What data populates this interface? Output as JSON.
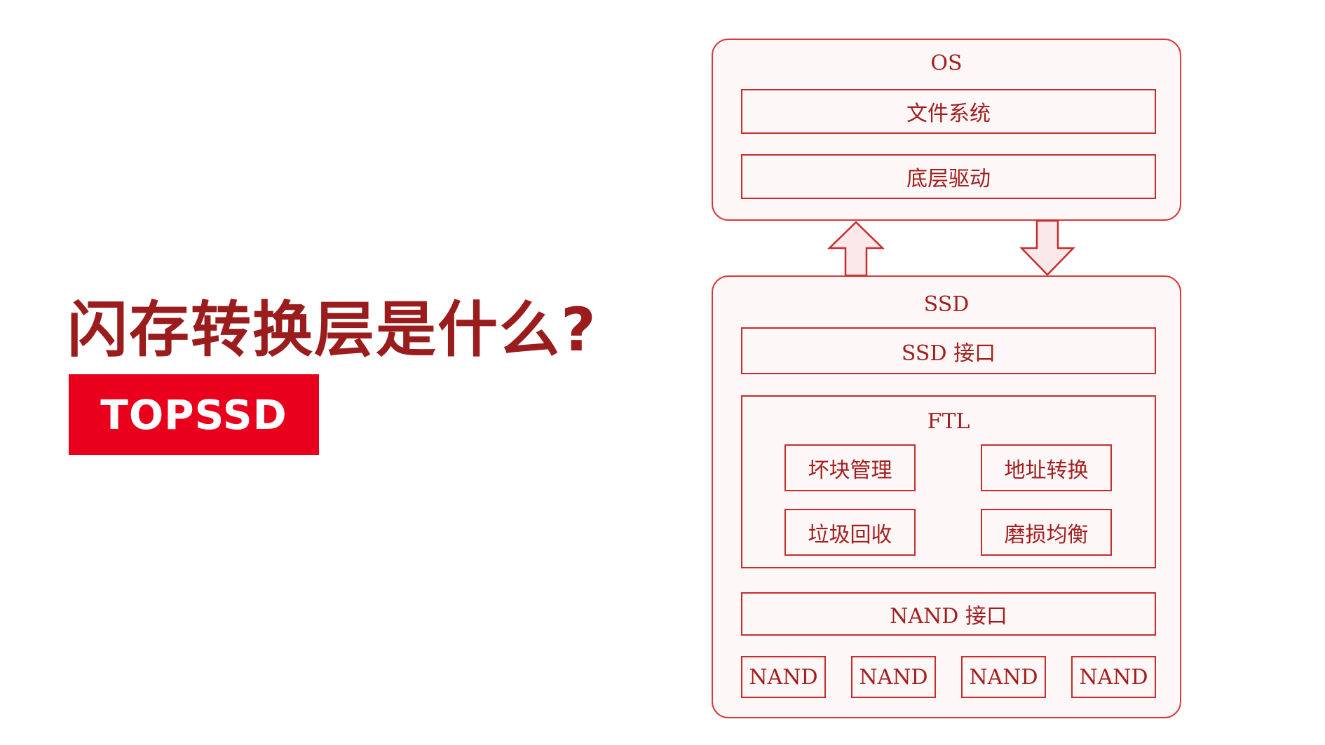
{
  "headline": "闪存转换层是什么?",
  "logo_text": "TOPSSD",
  "colors": {
    "accent": "#e8001c",
    "title": "#9b1c1c",
    "diagram_stroke": "#c72d2d",
    "diagram_text": "#a31f1f",
    "panel_fill": "#fdf7f7"
  },
  "os": {
    "label": "OS",
    "file_system": "文件系统",
    "driver": "底层驱动"
  },
  "ssd": {
    "label": "SSD",
    "interface": "SSD 接口",
    "ftl": {
      "label": "FTL",
      "modules": [
        "坏块管理",
        "地址转换",
        "垃圾回收",
        "磨损均衡"
      ]
    },
    "nand_interface": "NAND 接口",
    "nand_chips": [
      "NAND",
      "NAND",
      "NAND",
      "NAND"
    ]
  }
}
